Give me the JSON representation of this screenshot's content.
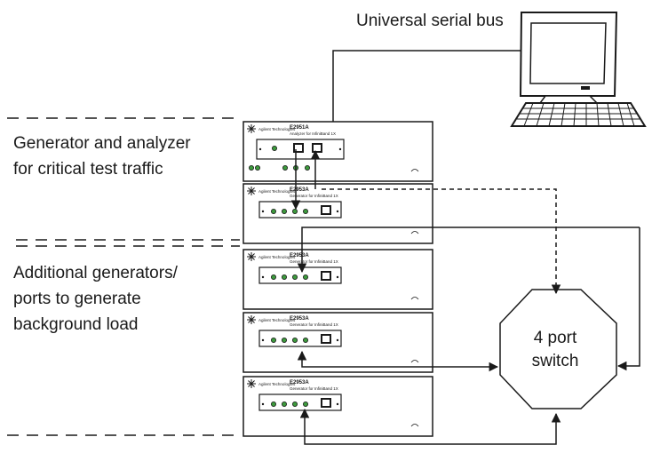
{
  "usb_label": "Universal serial bus",
  "section_critical": {
    "lines": [
      "Generator and analyzer",
      "for critical test traffic"
    ]
  },
  "section_background": {
    "lines": [
      "Additional generators/",
      "ports to generate",
      "background load"
    ]
  },
  "switch": {
    "lines": [
      "4 port",
      "switch"
    ]
  },
  "vendor": "Agilent Technologies",
  "modules": [
    {
      "model": "E2951A",
      "subtitle": "Analyzer for InfiniBand 1X"
    },
    {
      "model": "E2953A",
      "subtitle": "Generator for InfiniBand 1X"
    },
    {
      "model": "E2953A",
      "subtitle": "Generator for InfiniBand 1X"
    },
    {
      "model": "E2953A",
      "subtitle": "Generator for InfiniBand 1X"
    },
    {
      "model": "E2953A",
      "subtitle": "Generator for InfiniBand 1X"
    }
  ],
  "colors": {
    "line": "#1a1a1a",
    "led": "#3d9a3d",
    "panel_fill": "#ffffff"
  }
}
